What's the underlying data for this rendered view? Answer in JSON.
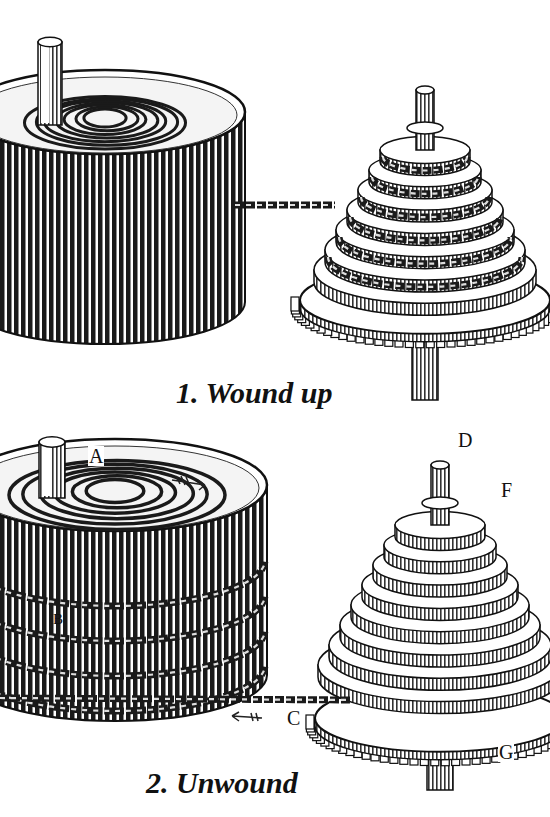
{
  "diagram": {
    "labels": [
      "1. Wound up",
      "A",
      "B",
      "D",
      "F",
      "C",
      "G",
      "2. Unwound"
    ]
  }
}
